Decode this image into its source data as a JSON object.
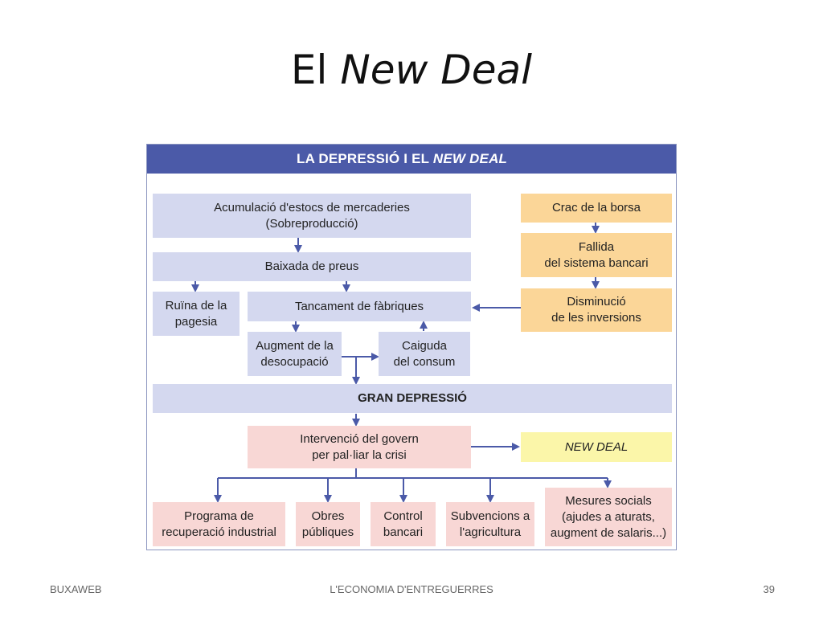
{
  "title": {
    "plain": "El",
    "italic": "New Deal"
  },
  "diagram": {
    "header_plain": "LA DEPRESSIÓ I EL",
    "header_italic": "NEW DEAL",
    "nodes": {
      "acumulacio": "Acumulació d'estocs de mercaderies\n(Sobreproducció)",
      "baixada": "Baixada de preus",
      "ruina": "Ruïna de la\npagesia",
      "tancament": "Tancament de fàbriques",
      "augment": "Augment de la\ndesocupació",
      "caiguda": "Caiguda\ndel consum",
      "gran": "GRAN DEPRESSIÓ",
      "intervencio": "Intervenció del govern\nper pal·liar la crisi",
      "newdeal": "NEW DEAL",
      "crac": "Crac de la borsa",
      "fallida": "Fallida\ndel sistema bancari",
      "disminucio": "Disminució\nde les inversions",
      "programa": "Programa de\nrecuperació industrial",
      "obres": "Obres\npúbliques",
      "control": "Control\nbancari",
      "subvencions": "Subvencions a\nl'agricultura",
      "mesures": "Mesures socials\n(ajudes a aturats,\naugment de salaris...)"
    },
    "colors": {
      "header": "#4b5aa8",
      "cause_box": "#d4d8ef",
      "finance_box": "#fbd698",
      "government_box": "#f8d7d5",
      "new_deal_box": "#fbf6a9",
      "arrow": "#4b5aa8"
    }
  },
  "footer": {
    "left": "BUXAWEB",
    "center": "L'ECONOMIA D'ENTREGUERRES",
    "page_number": "39"
  }
}
